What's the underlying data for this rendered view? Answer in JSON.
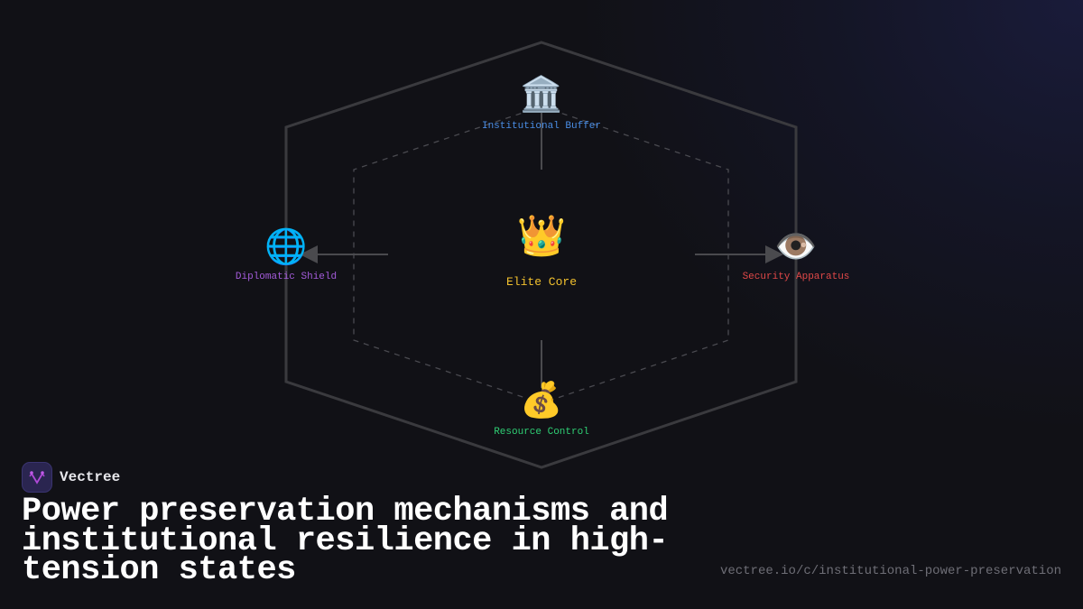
{
  "diagram": {
    "core": {
      "label": "Elite Core",
      "icon": "crown-icon",
      "emoji": "👑",
      "color": "#f2c12e"
    },
    "nodes": [
      {
        "id": "top",
        "label": "Institutional Buffer",
        "icon": "classical-building-icon",
        "emoji": "🏛️",
        "color": "#4a8ee6"
      },
      {
        "id": "left",
        "label": "Diplomatic Shield",
        "icon": "globe-icon",
        "emoji": "🌐",
        "color": "#a35bd9"
      },
      {
        "id": "right",
        "label": "Security Apparatus",
        "icon": "eye-icon",
        "emoji": "👁️",
        "color": "#e04848"
      },
      {
        "id": "bottom",
        "label": "Resource Control",
        "icon": "money-bag-icon",
        "emoji": "💰",
        "color": "#2fcf74"
      }
    ],
    "outer_hexagon_color": "#3a3a3e",
    "inner_hexagon_color": "#4a4a50",
    "connector_color": "#4a4a4e"
  },
  "brand": {
    "name": "Vectree",
    "logo_color": "#b04ad8"
  },
  "title": "Power preservation mechanisms and institutional resilience in high-tension states",
  "url": "vectree.io/c/institutional-power-preservation"
}
